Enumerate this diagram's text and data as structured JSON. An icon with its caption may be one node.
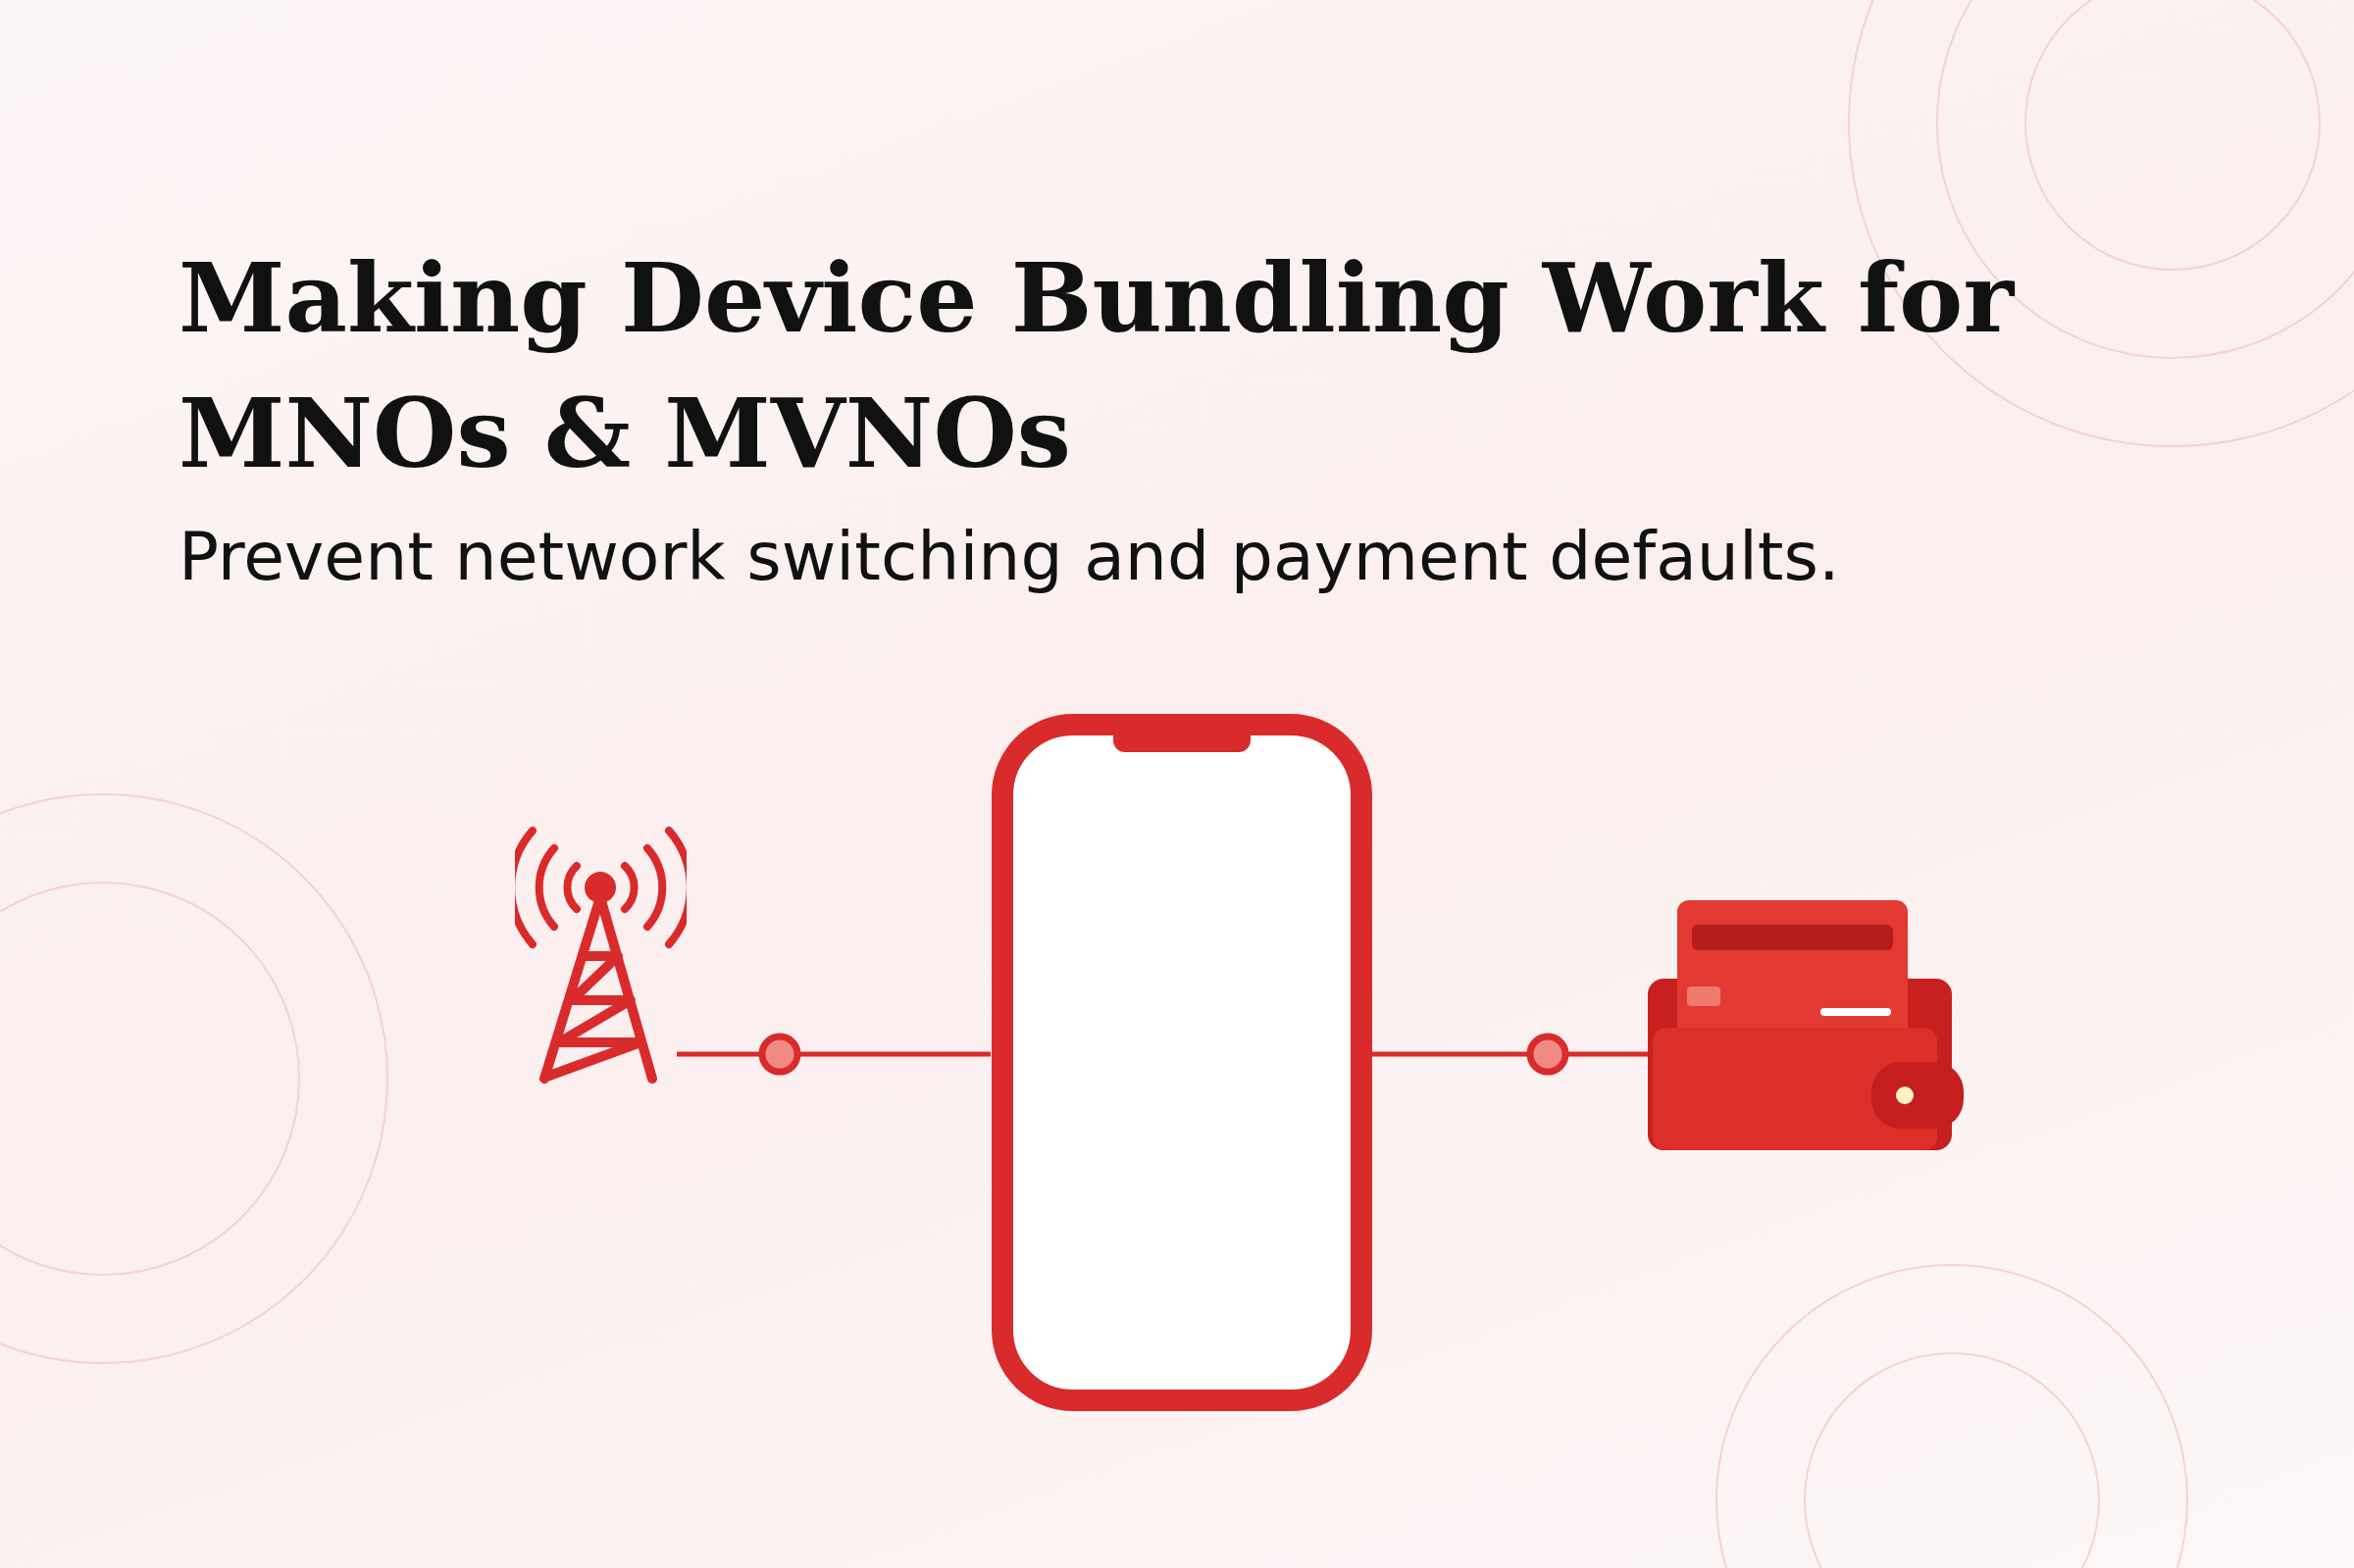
{
  "diagram": {
    "title": "Making Device Bundling Work for MNOs & MVNOs",
    "caption": "Prevent network switching and payment defaults.",
    "nodes": [
      {
        "text": [],
        "shape": "picture"
      },
      {
        "text": [],
        "shape": "picture"
      },
      {
        "text": [],
        "shape": "picture"
      }
    ],
    "edges": [
      {
        "from": 0,
        "to": 1,
        "arrow": "none"
      },
      {
        "from": 1,
        "to": 2,
        "arrow": "none"
      }
    ]
  }
}
